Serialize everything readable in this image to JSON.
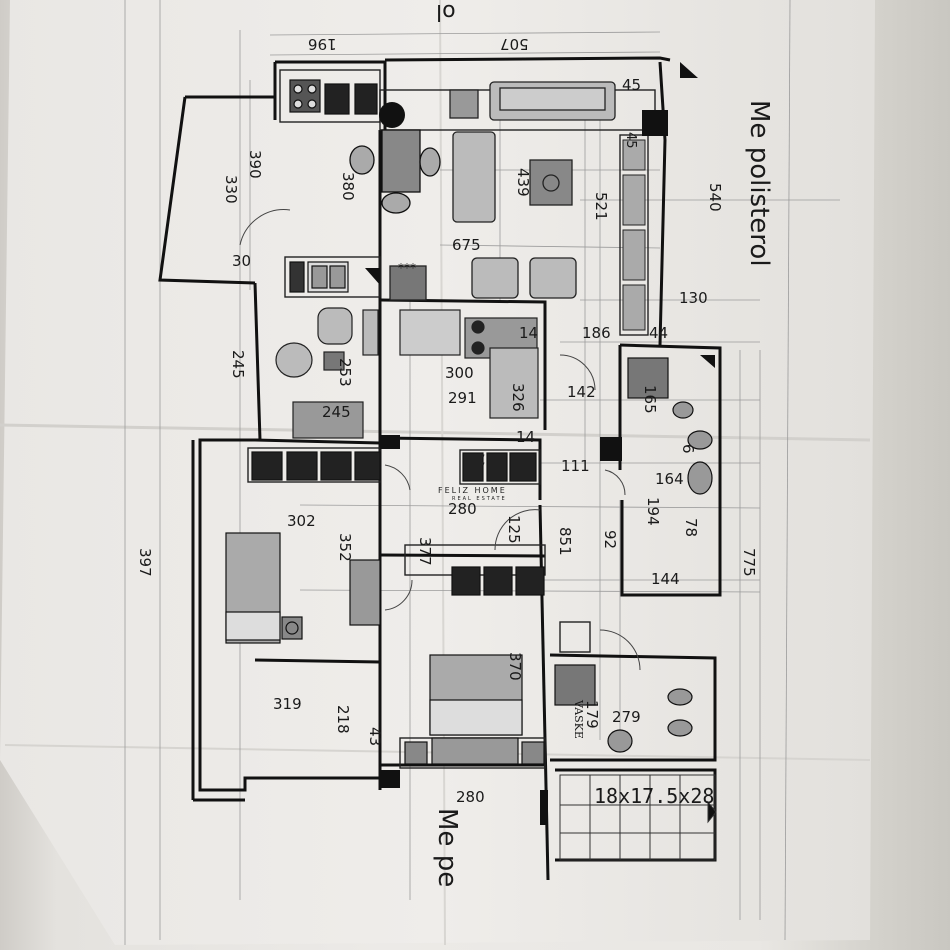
{
  "labels": {
    "top_196": "196",
    "top_507": "507",
    "top_45": "45",
    "me_polisterol": "Me polisterol",
    "me_pe_bottom": "Me pe",
    "l390": "390",
    "l330": "330",
    "l380": "380",
    "l30": "30",
    "l45b": "45",
    "l439": "439",
    "l521": "521",
    "l540": "540",
    "l675": "675",
    "l130": "130",
    "l186": "186",
    "l44": "44",
    "l14a": "14",
    "l245a": "245",
    "l253": "253",
    "l245b": "245",
    "l300": "300",
    "l291": "291",
    "l326": "326",
    "l142": "142",
    "l165": "165",
    "l14b": "14",
    "l111": "111",
    "l6": "6",
    "l164": "164",
    "l194": "194",
    "l397": "397",
    "l302": "302",
    "l352": "352",
    "l280a": "280",
    "l377": "377",
    "l125": "125",
    "l851": "851",
    "l92": "92",
    "l78": "78",
    "l775": "775",
    "l144": "144",
    "l370": "370",
    "l319": "319",
    "l218": "218",
    "l43": "43",
    "l179": "179",
    "vaske": "VASKE",
    "l279": "279",
    "l280b": "280",
    "stairs": "18x17.5x28",
    "rug_stars": "***",
    "ol_top": "ol"
  },
  "watermark": {
    "brand": "FELIZ HOME",
    "tagline": "REAL ESTATE"
  },
  "colors": {
    "wall": "#111111",
    "paper": "#eceae7",
    "line": "#333333"
  }
}
